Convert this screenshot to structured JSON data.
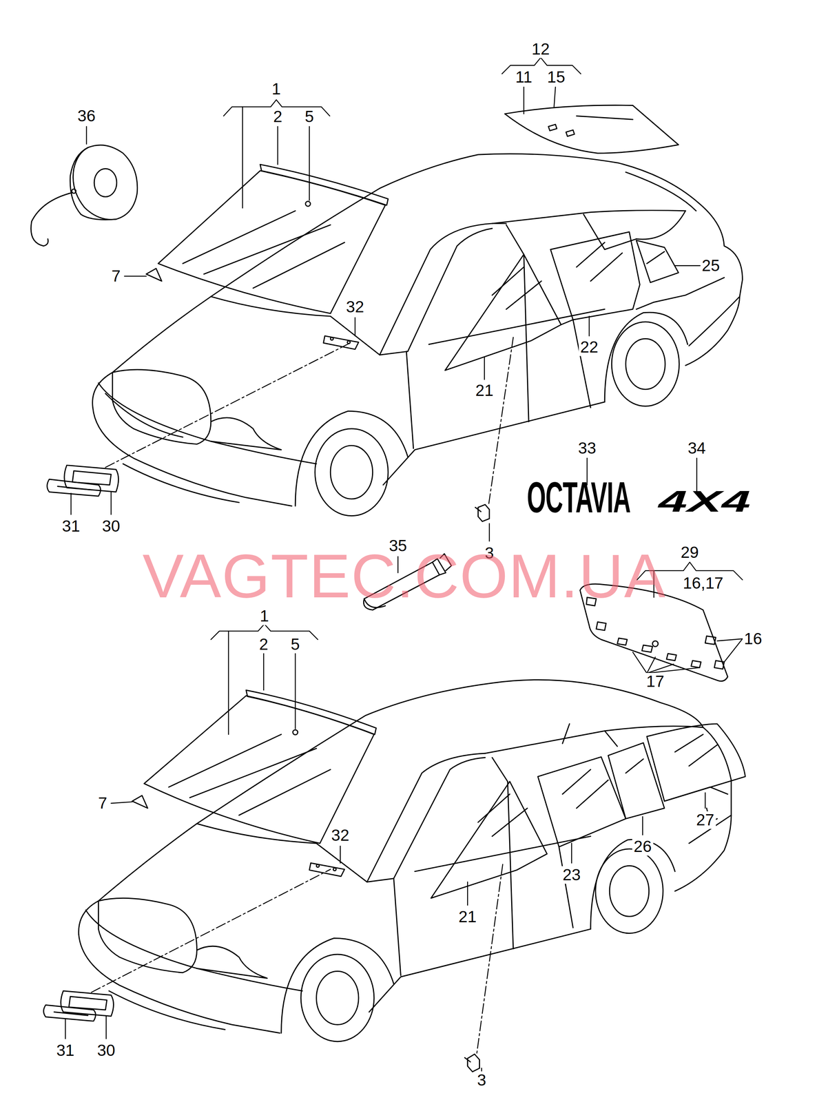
{
  "diagram": {
    "labels": [
      "36",
      "1",
      "2",
      "5",
      "12",
      "11",
      "15",
      "7",
      "32",
      "25",
      "22",
      "21",
      "31",
      "30",
      "33",
      "34",
      "OCTAVIA",
      "4X4",
      "3",
      "35",
      "VAGTEC.COM.UA",
      "29",
      "16,17",
      "16",
      "17",
      "1",
      "2",
      "5",
      "7",
      "32",
      "23",
      "26",
      "27",
      "21",
      "31",
      "30",
      "3"
    ]
  }
}
